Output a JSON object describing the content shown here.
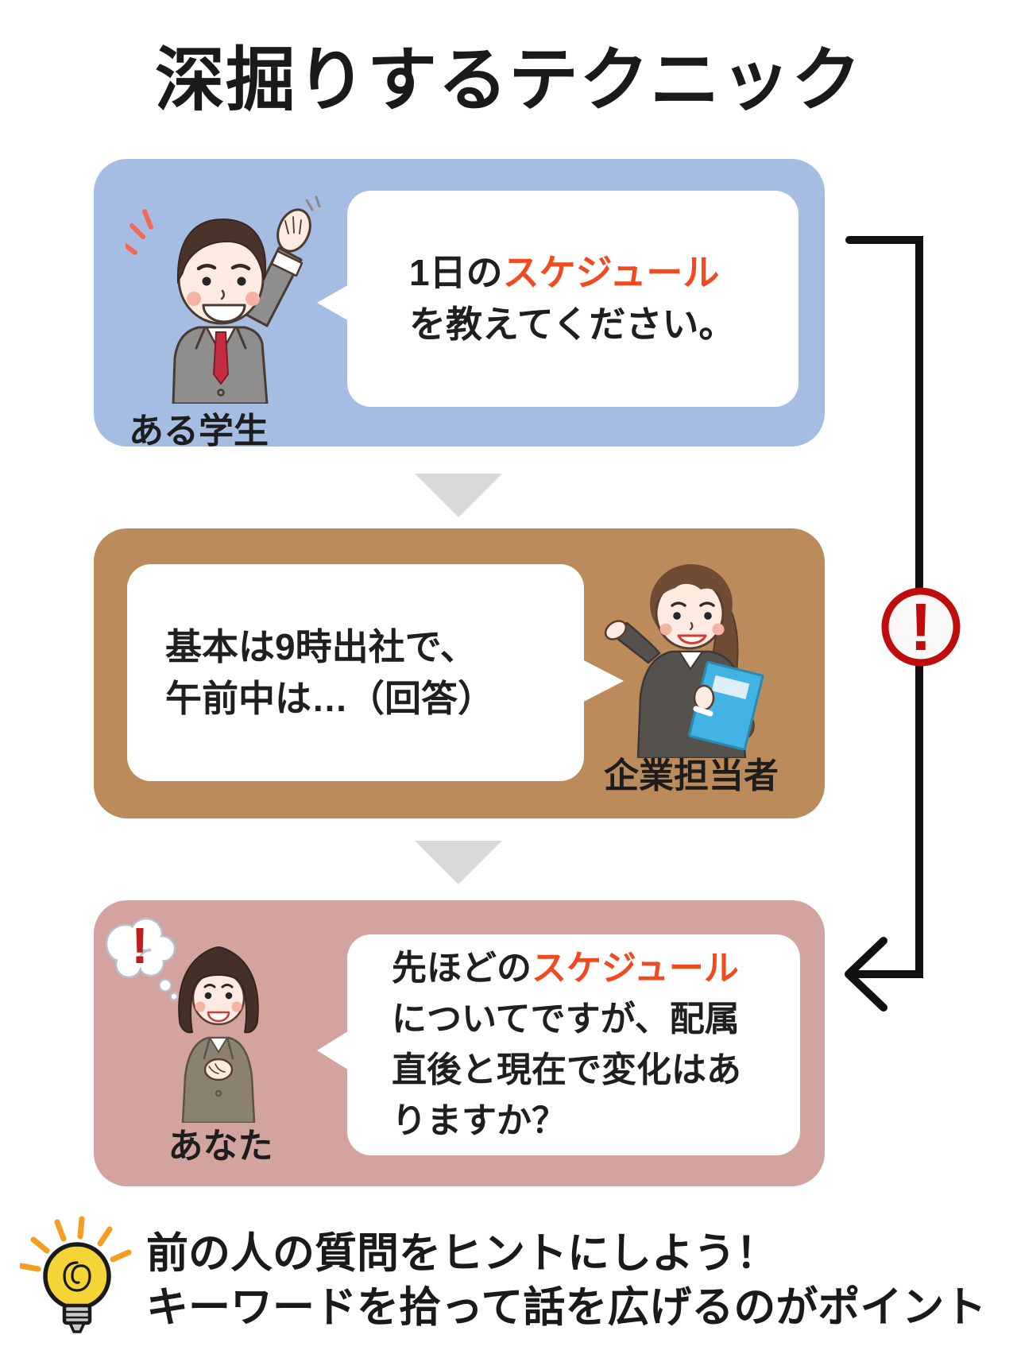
{
  "title": "深掘りするテクニック",
  "colors": {
    "panel_student": "#a5bde2",
    "panel_company": "#bb8b5c",
    "panel_you": "#d3a49f",
    "accent_red": "#f04a1e",
    "alert_red": "#bf0d0d",
    "arrow_black": "#111111",
    "triangle_gray": "#d9d9d9",
    "text_black": "#1f1f1f"
  },
  "steps": [
    {
      "speaker": "ある学生",
      "illustration": "student-waving",
      "bubble": {
        "line1_prefix": "1日の",
        "line1_keyword": "スケジュール",
        "line2": "を教えてください。"
      }
    },
    {
      "speaker": "企業担当者",
      "illustration": "businesswoman-presenting-folder",
      "bubble": {
        "line1": "基本は9時出社で、",
        "line2": "午前中は…（回答）"
      }
    },
    {
      "speaker": "あなた",
      "illustration": "woman-thinking",
      "thought_glyph": "!",
      "bubble": {
        "line1_prefix": "先ほどの",
        "line1_keyword": "スケジュール",
        "line2": "についてですが、配属",
        "line3": "直後と現在で変化はあ",
        "line4": "りますか？"
      }
    }
  ],
  "alert": {
    "glyph": "!"
  },
  "note": {
    "line1": "前の人の質問をヒントにしよう！",
    "line2": "キーワードを拾って話を広げるのがポイント"
  }
}
